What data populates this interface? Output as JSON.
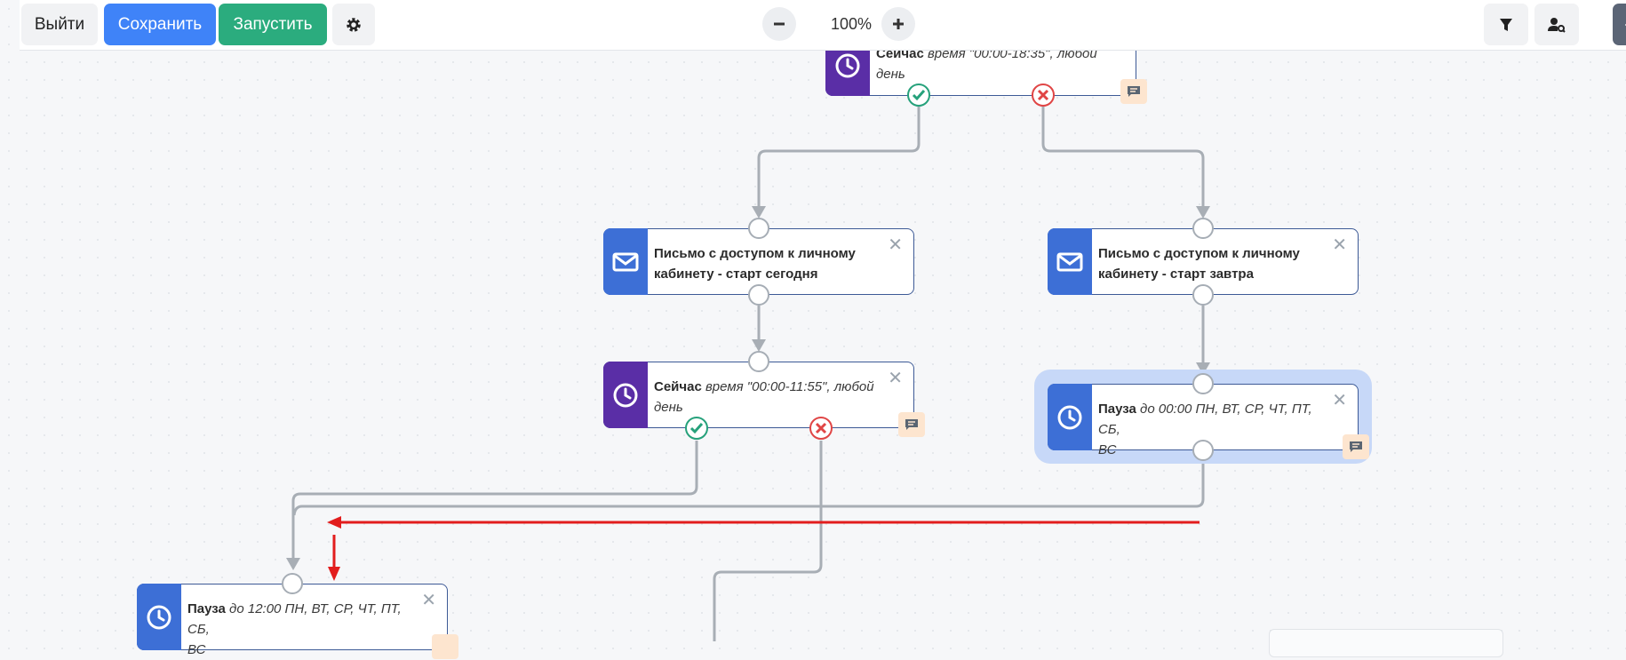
{
  "toolbar": {
    "exit_label": "Выйти",
    "save_label": "Сохранить",
    "run_label": "Запустить",
    "zoom_level": "100%"
  },
  "colors": {
    "primary": "#3f83f8",
    "success": "#2bac7e",
    "danger": "#e04545",
    "node_purple": "#5a2ea6",
    "node_blue": "#3d6fd6",
    "annotation_arrow": "#e21d1d"
  },
  "nodes": {
    "now_top": {
      "title": "Сейчас",
      "detail": "время \"00:00-18:35\", любой",
      "detail2": "день"
    },
    "mail_today": {
      "line1": "Письмо с доступом к личному",
      "line2": "кабинету - старт сегодня"
    },
    "mail_tomorrow": {
      "line1": "Письмо с доступом к личному",
      "line2": "кабинету - старт завтра"
    },
    "now_mid": {
      "title": "Сейчас",
      "detail": "время \"00:00-11:55\", любой",
      "detail2": "день"
    },
    "pause_right": {
      "title": "Пауза",
      "detail": "до 00:00 ПН, ВТ, СР, ЧТ, ПТ, СБ,",
      "detail2": "ВС"
    },
    "pause_bottom": {
      "title": "Пауза",
      "detail": "до 12:00 ПН, ВТ, СР, ЧТ, ПТ, СБ,",
      "detail2": "ВС"
    }
  },
  "icons": {
    "settings": "gear-icon",
    "zoom_out": "minus-icon",
    "zoom_in": "plus-icon",
    "filter": "filter-icon",
    "user_search": "user-search-icon",
    "clock": "clock-icon",
    "mail": "envelope-icon",
    "comment": "comment-icon"
  }
}
